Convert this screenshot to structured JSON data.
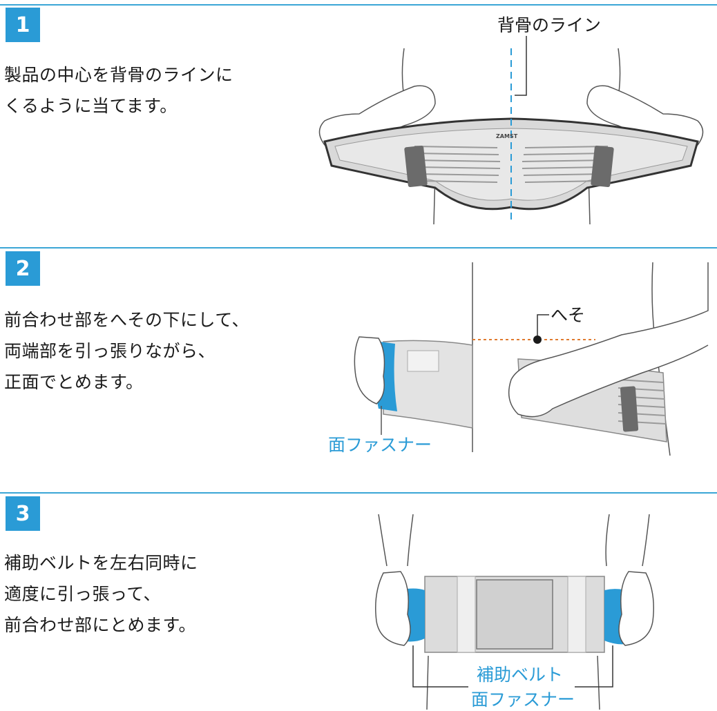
{
  "steps": [
    {
      "number": "1",
      "lines": [
        "製品の中心を背骨のラインに",
        "くるように当てます。"
      ],
      "callout": "背骨のライン",
      "brand_mark": "ZAMST"
    },
    {
      "number": "2",
      "lines": [
        "前合わせ部をへその下にして、",
        "両端部を引っ張りながら、",
        "正面でとめます。"
      ],
      "callout_navel": "へそ",
      "callout_fastener": "面ファスナー"
    },
    {
      "number": "3",
      "lines": [
        "補助ベルトを左右同時に",
        "適度に引っ張って、",
        "前合わせ部にとめます。"
      ],
      "callout_belt": "補助ベルト",
      "callout_fastener": "面ファスナー"
    }
  ],
  "colors": {
    "accent": "#2a9bd6",
    "rule": "#3aa6d6",
    "navel_line": "#e07a2e",
    "belt_gray": "#dcdcdc",
    "pad_dark": "#6b6b6b"
  },
  "icons": [
    "back-illustration",
    "side-illustration",
    "front-illustration"
  ]
}
